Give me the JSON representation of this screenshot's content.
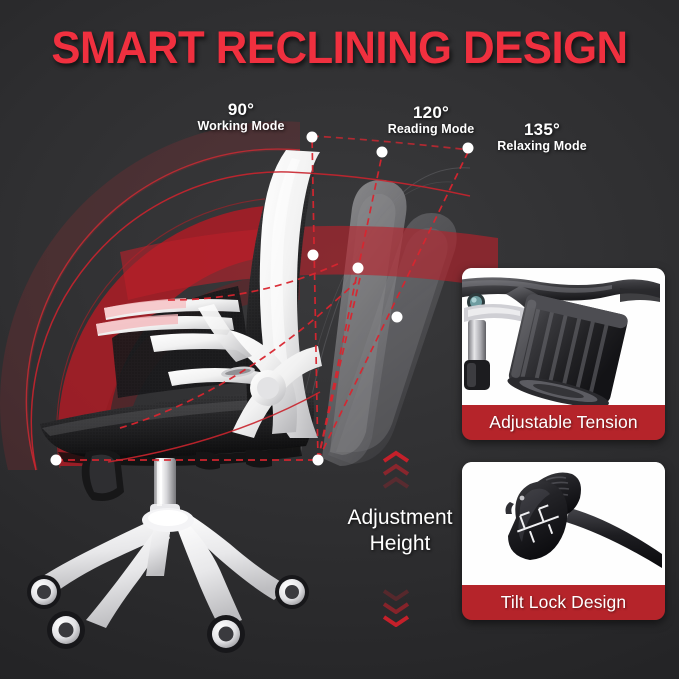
{
  "theme": {
    "background": "#2b2b2d",
    "title_red": "#f0303f",
    "caption_red": "#b5242a",
    "accent_dashed": "#d9252f",
    "arc_red": "#b21f27",
    "text_white": "#ffffff"
  },
  "header": {
    "title": "SMART RECLINING DESIGN"
  },
  "angles": [
    {
      "degrees": "90°",
      "mode": "Working Mode",
      "name": "angle-90"
    },
    {
      "degrees": "120°",
      "mode": "Reading Mode",
      "name": "angle-120"
    },
    {
      "degrees": "135°",
      "mode": "Relaxing Mode",
      "name": "angle-135"
    }
  ],
  "height_adjust": {
    "line1": "Adjustment",
    "line2": "Height",
    "up_icon": "chevron-up-icon",
    "down_icon": "chevron-down-icon"
  },
  "cards": [
    {
      "id": "tension",
      "caption": "Adjustable Tension",
      "photo_alt": "tension-knob-photo"
    },
    {
      "id": "tilt",
      "caption": "Tilt Lock Design",
      "photo_alt": "tilt-lock-lever-photo"
    }
  ],
  "product": {
    "alt": "office-chair-side-view",
    "parts": [
      "backrest",
      "armrest",
      "seat",
      "gas-cylinder",
      "five-star-base",
      "casters"
    ]
  }
}
